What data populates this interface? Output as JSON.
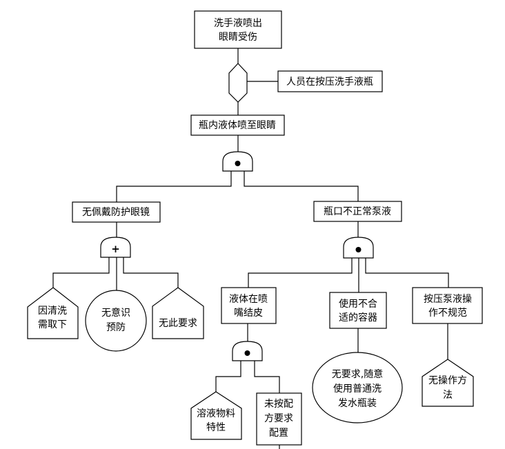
{
  "diagram": {
    "type": "fault-tree",
    "colors": {
      "line": "#000000",
      "fill": "#ffffff",
      "background": "#ffffff"
    },
    "top_event": {
      "id": "E0",
      "kind": "rectangle",
      "lines": [
        "洗手液喷出",
        "眼睛受伤"
      ]
    },
    "condition": {
      "id": "C1",
      "kind": "rectangle",
      "lines": [
        "人员在按压洗手液瓶"
      ]
    },
    "events": [
      {
        "id": "E1",
        "kind": "rectangle",
        "lines": [
          "瓶内液体喷至眼睛"
        ]
      },
      {
        "id": "E2",
        "kind": "rectangle",
        "lines": [
          "无佩戴防护眼镜"
        ]
      },
      {
        "id": "E3",
        "kind": "rectangle",
        "lines": [
          "瓶口不正常泵液"
        ]
      },
      {
        "id": "E4",
        "kind": "rectangle",
        "lines": [
          "液体在喷",
          "嘴结皮"
        ]
      },
      {
        "id": "E5",
        "kind": "rectangle",
        "lines": [
          "使用不合",
          "适的容器"
        ]
      },
      {
        "id": "E6",
        "kind": "rectangle",
        "lines": [
          "按压泵液操",
          "作不规范"
        ]
      },
      {
        "id": "E7",
        "kind": "rectangle",
        "lines": [
          "未按配",
          "方要求",
          "配置"
        ]
      }
    ],
    "basic_events": [
      {
        "id": "X1",
        "kind": "house",
        "lines": [
          "因清洗",
          "需取下"
        ]
      },
      {
        "id": "X2",
        "kind": "circle",
        "lines": [
          "无意识",
          "预防"
        ]
      },
      {
        "id": "X3",
        "kind": "house",
        "lines": [
          "无此要求"
        ]
      },
      {
        "id": "X4",
        "kind": "house",
        "lines": [
          "溶液物料",
          "特性"
        ]
      },
      {
        "id": "X5",
        "kind": "ellipse",
        "lines": [
          "无要求,随意",
          "使用普通洗",
          "发水瓶装"
        ]
      },
      {
        "id": "X6",
        "kind": "house",
        "lines": [
          "无操作方",
          "法"
        ]
      }
    ],
    "gates": [
      {
        "id": "G0",
        "type": "inhibit",
        "symbol": "",
        "output": "E0",
        "inputs": [
          "E1"
        ],
        "condition": "C1"
      },
      {
        "id": "G1",
        "type": "and",
        "symbol": "•",
        "output": "E1",
        "inputs": [
          "E2",
          "E3"
        ]
      },
      {
        "id": "G2",
        "type": "or",
        "symbol": "+",
        "output": "E2",
        "inputs": [
          "X1",
          "X2",
          "X3"
        ]
      },
      {
        "id": "G3",
        "type": "and",
        "symbol": "•",
        "output": "E3",
        "inputs": [
          "E4",
          "E5",
          "E6"
        ]
      },
      {
        "id": "G4",
        "type": "and",
        "symbol": "•",
        "output": "E4",
        "inputs": [
          "X4",
          "E7"
        ]
      }
    ]
  }
}
